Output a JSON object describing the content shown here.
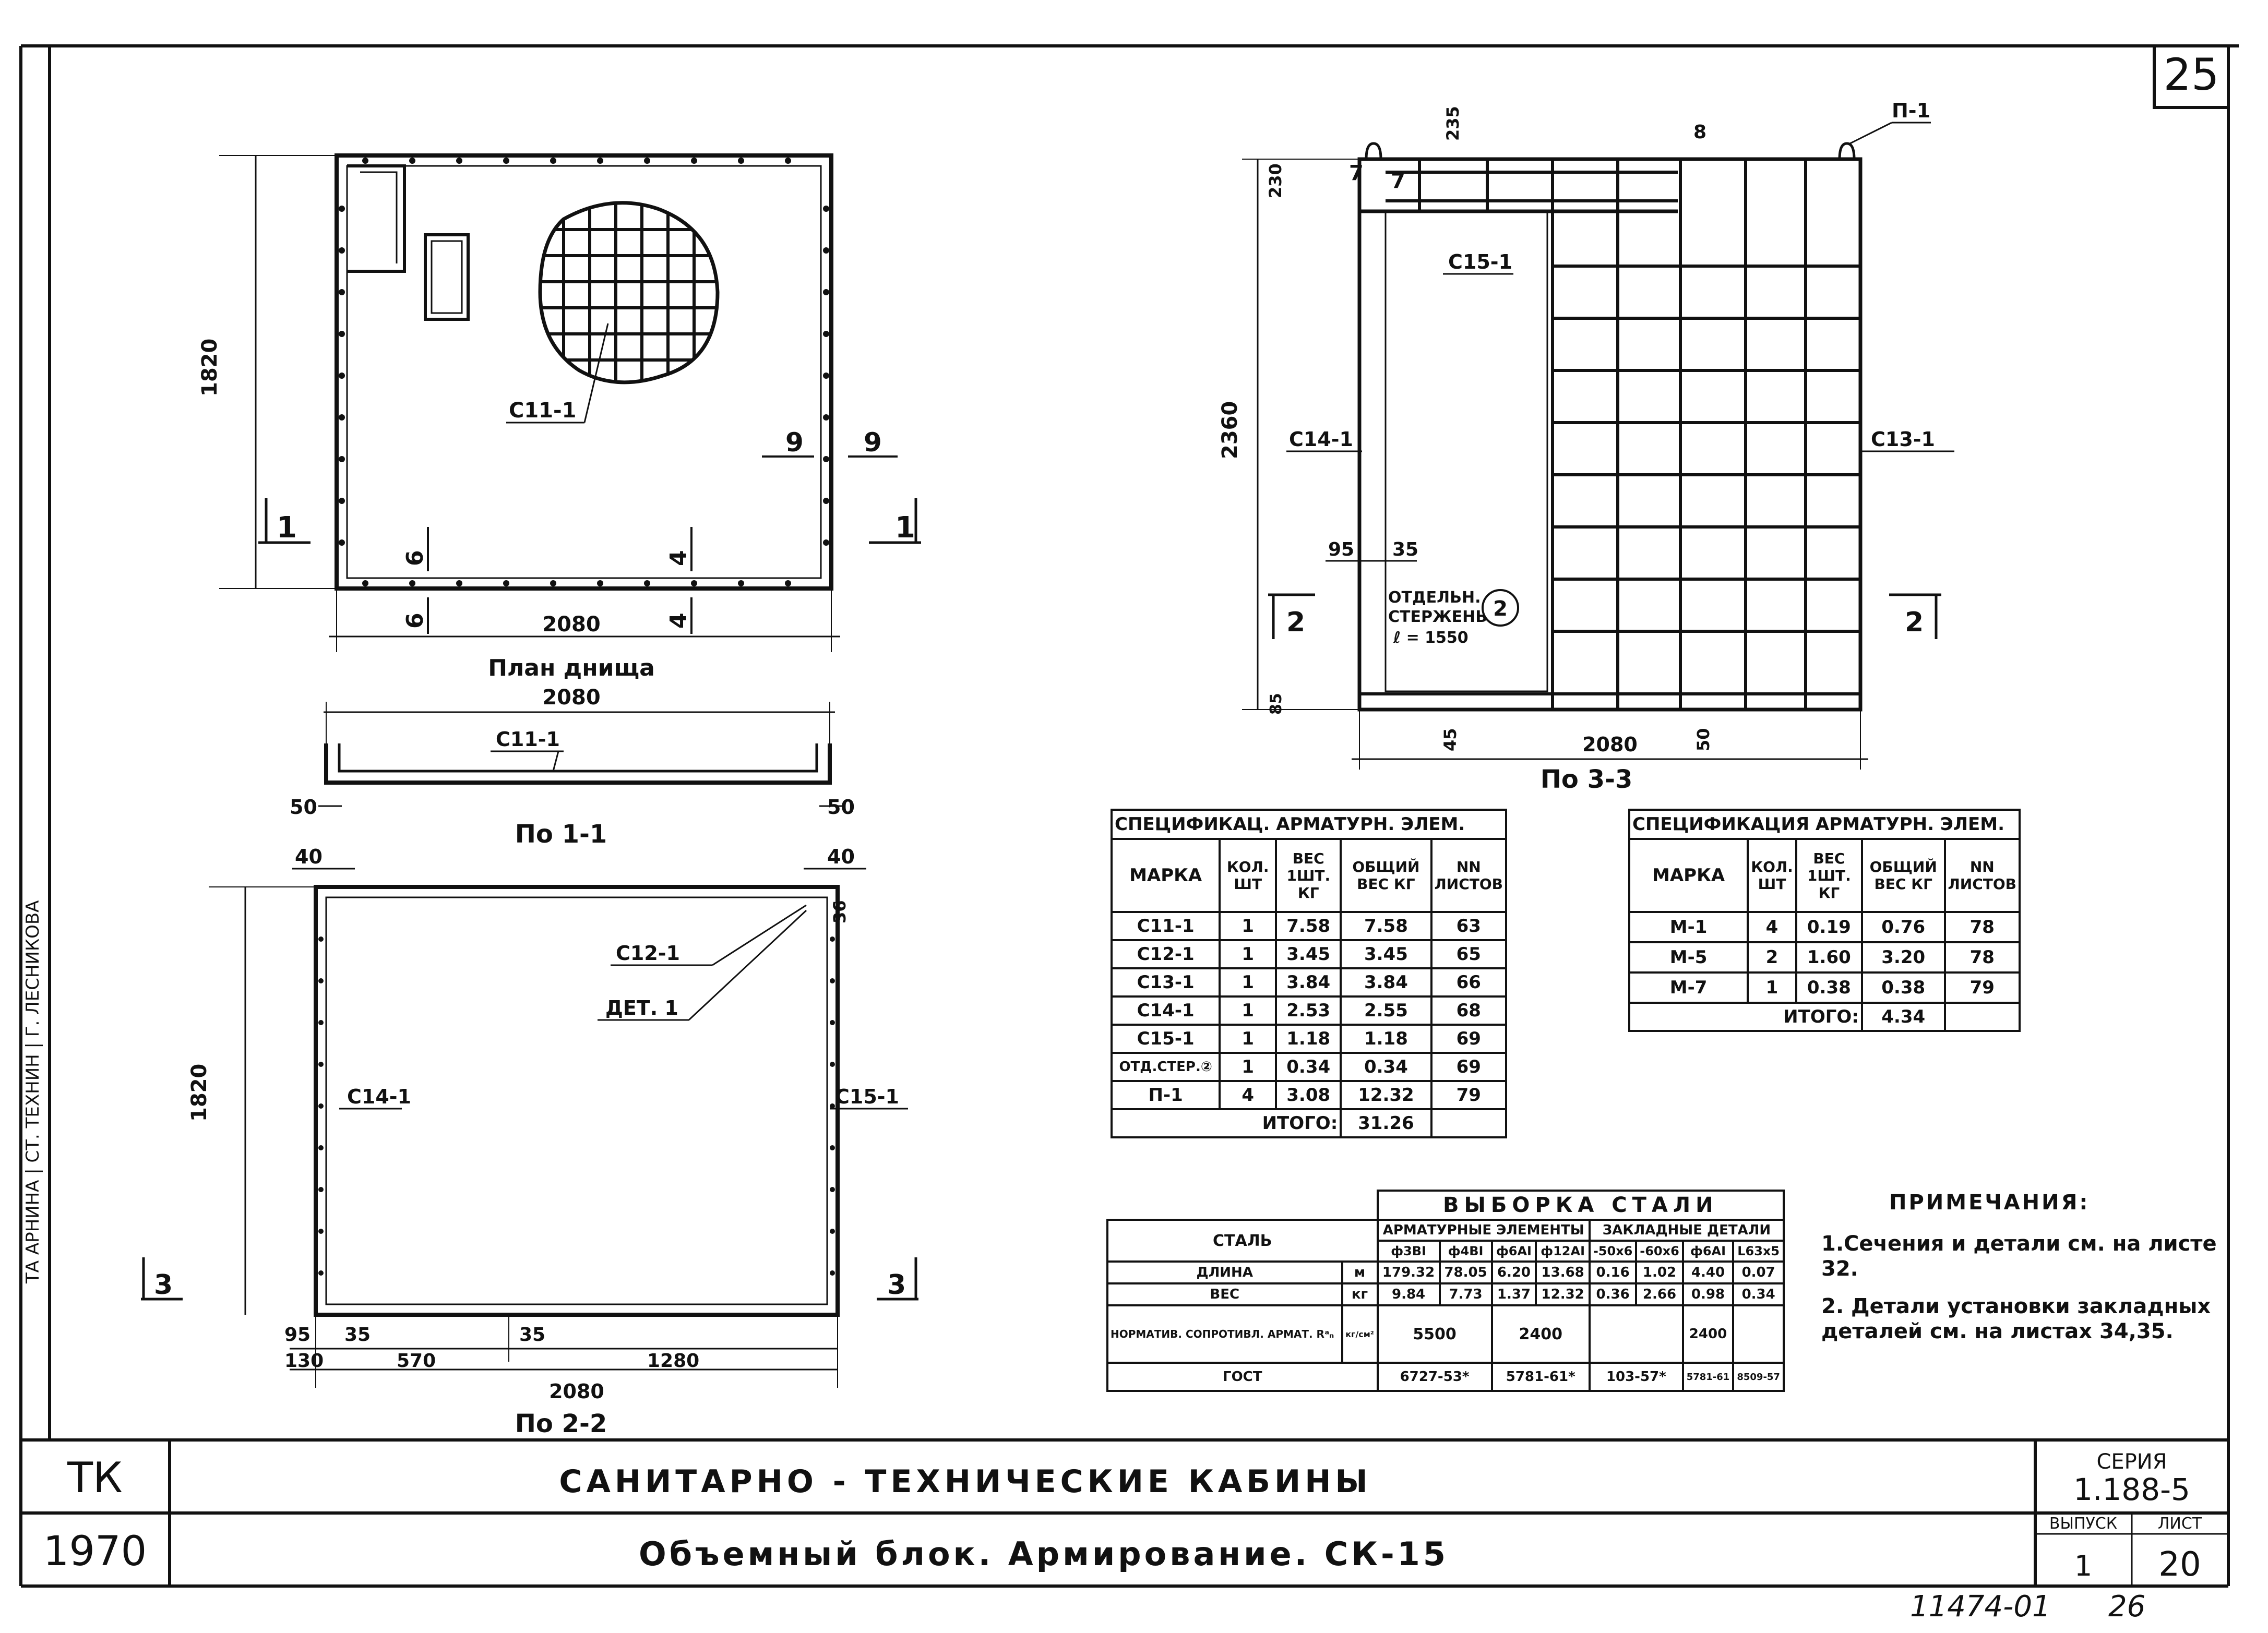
{
  "sheet_number": "25",
  "left_margin_text": "ТА АРНИНА | СТ. ТЕХНИН | Г. ЛЕСНИКОВА",
  "plan": {
    "title": "План днища",
    "w": "2080",
    "h": "1820",
    "mark": "С11-1",
    "sec1": "1",
    "sec9": "9",
    "sec6": "6",
    "sec4": "4"
  },
  "sec11": {
    "title": "По 1-1",
    "w": "2080",
    "mark": "С11-1",
    "d1": "50",
    "d2": "50"
  },
  "sec22": {
    "title": "По 2-2",
    "w": "2080",
    "h": "1820",
    "d40a": "40",
    "d40b": "40",
    "d36": "36",
    "mark_c12": "С12-1",
    "mark_det": "ДЕТ. 1",
    "mark_c14": "С14-1",
    "mark_c15": "С15-1",
    "sec3": "3",
    "d95": "95",
    "d35a": "35",
    "d35b": "35",
    "d130": "130",
    "d570": "570",
    "d1280": "1280"
  },
  "sec33": {
    "title": "По 3-3",
    "w": "2080",
    "h": "2360",
    "d230": "230",
    "d235": "235",
    "d95": "95",
    "d35": "35",
    "d85": "85",
    "d45": "45",
    "d50": "50",
    "mark_c15": "С15-1",
    "mark_c14": "С14-1",
    "mark_c13": "С13-1",
    "mark_p1": "П-1",
    "label7": "7",
    "label8": "8",
    "sec2": "2",
    "bar_circle": "2",
    "bar_text": [
      "ОТДЕЛЬН.",
      "СТЕРЖЕНЬ",
      "ℓ = 1550"
    ]
  },
  "spec1": {
    "title": "СПЕЦИФИКАЦ. АРМАТУРН. ЭЛЕМ.",
    "headers": [
      "МАРКА",
      "КОЛ. ШТ",
      "ВЕС 1ШТ. КГ",
      "ОБЩИЙ ВЕС КГ",
      "NN ЛИСТОВ"
    ],
    "rows": [
      [
        "С11-1",
        "1",
        "7.58",
        "7.58",
        "63"
      ],
      [
        "С12-1",
        "1",
        "3.45",
        "3.45",
        "65"
      ],
      [
        "С13-1",
        "1",
        "3.84",
        "3.84",
        "66"
      ],
      [
        "С14-1",
        "1",
        "2.53",
        "2.55",
        "68"
      ],
      [
        "С15-1",
        "1",
        "1.18",
        "1.18",
        "69"
      ],
      [
        "ОТД.СТЕР.②",
        "1",
        "0.34",
        "0.34",
        "69"
      ],
      [
        "П-1",
        "4",
        "3.08",
        "12.32",
        "79"
      ]
    ],
    "total_label": "ИТОГО:",
    "total": "31.26"
  },
  "spec2": {
    "title": "СПЕЦИФИКАЦИЯ АРМАТУРН. ЭЛЕМ.",
    "headers": [
      "МАРКА",
      "КОЛ. ШТ",
      "ВЕС 1ШТ. КГ",
      "ОБЩИЙ ВЕС КГ",
      "NN ЛИСТОВ"
    ],
    "rows": [
      [
        "М-1",
        "4",
        "0.19",
        "0.76",
        "78"
      ],
      [
        "М-5",
        "2",
        "1.60",
        "3.20",
        "78"
      ],
      [
        "М-7",
        "1",
        "0.38",
        "0.38",
        "79"
      ]
    ],
    "total_label": "ИТОГО:",
    "total": "4.34"
  },
  "steel": {
    "title": "ВЫБОРКА СТАЛИ",
    "col_stal": "СТАЛЬ",
    "group_arm": "АРМАТУРНЫЕ ЭЛЕМЕНТЫ",
    "group_zakl": "ЗАКЛАДНЫЕ ДЕТАЛИ",
    "sub": [
      "ф3ВI",
      "ф4ВI",
      "ф6АI",
      "ф12АI",
      "-50х6",
      "-60х6",
      "ф6АI",
      "L63х5"
    ],
    "length_label": "ДЛИНА",
    "length_unit": "м",
    "length": [
      "179.32",
      "78.05",
      "6.20",
      "13.68",
      "0.16",
      "1.02",
      "4.40",
      "0.07"
    ],
    "weight_label": "ВЕС",
    "weight_unit": "кг",
    "weight": [
      "9.84",
      "7.73",
      "1.37",
      "12.32",
      "0.36",
      "2.66",
      "0.98",
      "0.34"
    ],
    "norm_label": "НОРМАТИВ. СОПРОТИВЛ. АРМАТ. Rᵃₙ",
    "norm_unit": "кг/см²",
    "norm": [
      "5500",
      "2400",
      "",
      "2400",
      ""
    ],
    "gost_label": "ГОСТ",
    "gost": [
      "6727-53*",
      "5781-61*",
      "103-57*",
      "5781-61",
      "8509-57"
    ]
  },
  "notes": {
    "title": "ПРИМЕЧАНИЯ:",
    "items": [
      "1.Сечения и детали см. на листе 32.",
      "2. Детали установки закладных деталей см. на листах 34,35."
    ]
  },
  "stamp": {
    "tk": "ТК",
    "year": "1970",
    "line1": "САНИТАРНО - ТЕХНИЧЕСКИЕ КАБИНЫ",
    "line2": "Объемный блок. Армирование. СК-15",
    "seria_label": "СЕРИЯ",
    "seria": "1.188-5",
    "vypusk_label": "ВЫПУСК",
    "vypusk": "1",
    "list_label": "ЛИСТ",
    "list": "20",
    "archive": "11474-01",
    "archive2": "26"
  }
}
